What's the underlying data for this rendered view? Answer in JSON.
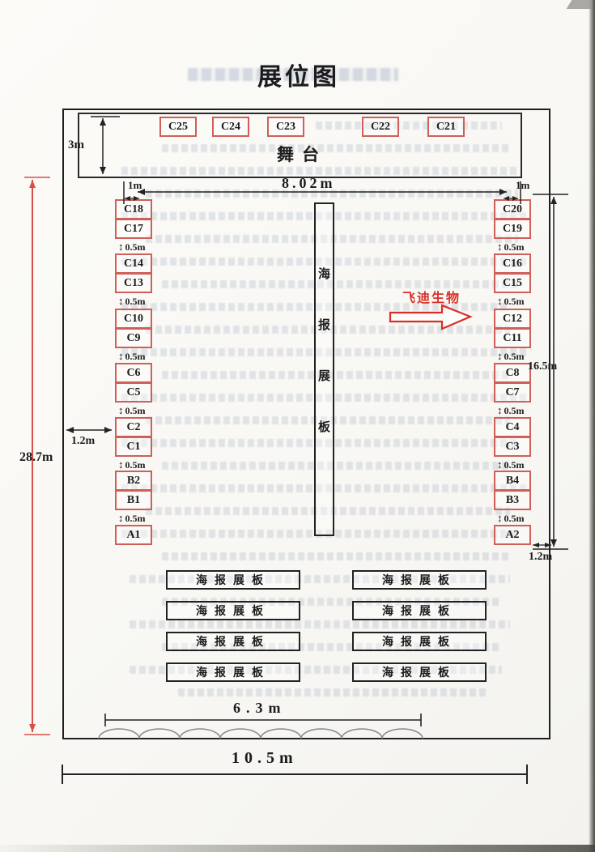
{
  "title": "展位图",
  "stage": {
    "label": "舞台",
    "booths": [
      "C25",
      "C24",
      "C23",
      "C22",
      "C21"
    ]
  },
  "left_booths": [
    "C18",
    "C17",
    "C14",
    "C13",
    "C10",
    "C9",
    "C6",
    "C5",
    "C2",
    "C1",
    "B2",
    "B1",
    "A1"
  ],
  "right_booths": [
    "C20",
    "C19",
    "C16",
    "C15",
    "C12",
    "C11",
    "C8",
    "C7",
    "C4",
    "C3",
    "B4",
    "B3",
    "A2"
  ],
  "center_board": {
    "chars": [
      "海",
      "报",
      "展",
      "板"
    ]
  },
  "poster_board_label": "海报展板",
  "annotation": {
    "label": "飞迪生物",
    "target_booth": "C12"
  },
  "dims": {
    "stage_depth": "3m",
    "gap_left": "1m",
    "gap_right": "1m",
    "inner_width": "8.02m",
    "booth_gap": "0.5m",
    "aisle_left": "1.2m",
    "aisle_right": "1.2m",
    "hall_length": "28.7m",
    "booth_run": "16.5m",
    "front_width": "6.3m",
    "hall_width": "10.5m"
  },
  "icons": {
    "updown_arrow": "↕",
    "leftright_arrow": "↔"
  },
  "colors": {
    "booth_border": "#cf5f58",
    "annotation_red": "#d83028",
    "dimension_red": "#d85048",
    "line_black": "#222222"
  }
}
